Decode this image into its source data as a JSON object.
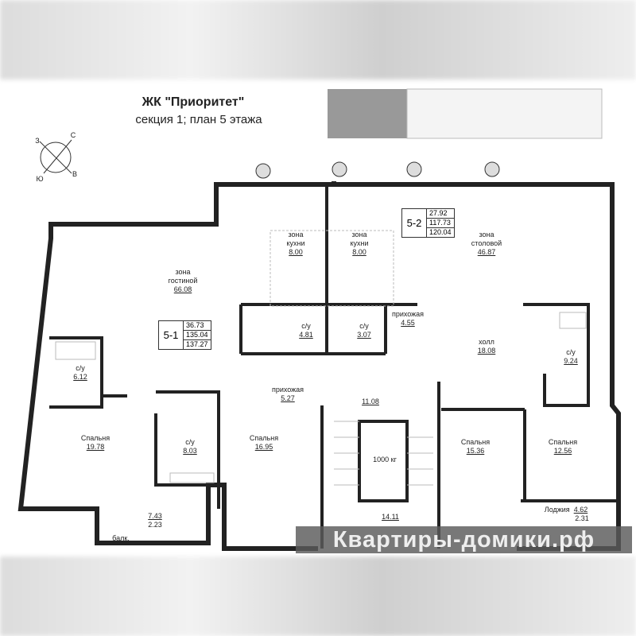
{
  "header": {
    "title": "ЖК \"Приоритет\"",
    "subtitle": "секция 1; план 5 этажа"
  },
  "compass": {
    "n": "С",
    "s": "Ю",
    "w": "З",
    "e": "В"
  },
  "apartments": [
    {
      "id": "5-1",
      "values": [
        "36.73",
        "135.04",
        "137.27"
      ]
    },
    {
      "id": "5-2",
      "values": [
        "27.92",
        "117.73",
        "120.04"
      ]
    }
  ],
  "rooms": {
    "kitchen1": {
      "l1": "зона",
      "l2": "кухни",
      "area": "8.00"
    },
    "kitchen2": {
      "l1": "зона",
      "l2": "кухни",
      "area": "8.00"
    },
    "dining": {
      "l1": "зона",
      "l2": "столовой",
      "area": "46.87"
    },
    "living": {
      "l1": "зона",
      "l2": "гостиной",
      "area": "66.08"
    },
    "wc1": {
      "l": "с/у",
      "area": "4.81"
    },
    "wc2": {
      "l": "с/у",
      "area": "3.07"
    },
    "hall1": {
      "l": "прихожая",
      "area": "4.55"
    },
    "holl": {
      "l": "холл",
      "area": "18.08"
    },
    "wc3": {
      "l": "с/у",
      "area": "6.12"
    },
    "wc4": {
      "l": "с/у",
      "area": "9.24"
    },
    "hall2": {
      "l": "прихожая",
      "area": "5.27"
    },
    "lobby": {
      "area": "11.08"
    },
    "bed1": {
      "l": "Спальня",
      "area": "19.78"
    },
    "wc5": {
      "l": "с/у",
      "area": "8.03"
    },
    "bed2": {
      "l": "Спальня",
      "area": "16.95"
    },
    "lift": {
      "l": "1000 кг"
    },
    "bed3": {
      "l": "Спальня",
      "area": "15.36"
    },
    "bed4": {
      "l": "Спальня",
      "area": "12.56"
    },
    "balcony": {
      "a1": "7.43",
      "a2": "2.23",
      "l": "балк."
    },
    "stairs": {
      "area": "14.11"
    },
    "loggia": {
      "l": "Лоджия",
      "a1": "4.62",
      "a2": "2.31"
    }
  },
  "watermark": "Квартиры-домики.рф"
}
